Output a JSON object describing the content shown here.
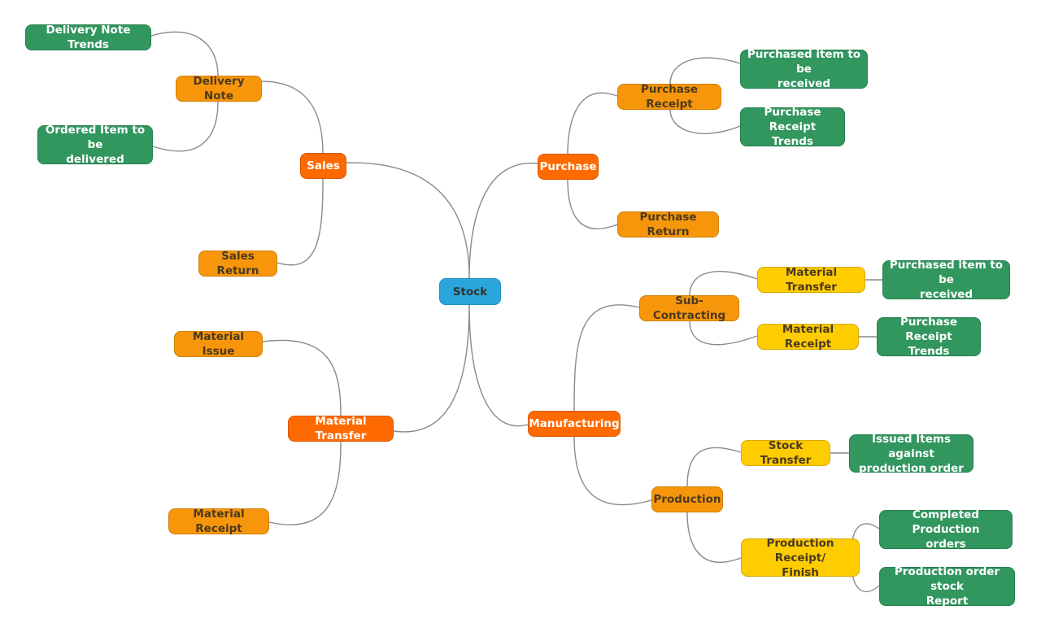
{
  "root": {
    "label": "Stock"
  },
  "sales": {
    "label": "Sales",
    "delivery_note": {
      "label": "Delivery Note",
      "trends": "Delivery Note Trends",
      "ordered": "Ordered Item to be\ndelivered"
    },
    "sales_return": "Sales Return"
  },
  "material_transfer": {
    "label": "Material Transfer",
    "issue": "Material Issue",
    "receipt": "Material Receipt"
  },
  "purchase": {
    "label": "Purchase",
    "purchase_receipt": {
      "label": "Purchase Receipt",
      "to_receive": "Purchased item to be\nreceived",
      "trends": "Purchase Receipt\nTrends"
    },
    "purchase_return": "Purchase Return"
  },
  "manufacturing": {
    "label": "Manufacturing",
    "sub_contracting": {
      "label": "Sub-Contracting",
      "material_transfer": {
        "label": "Material Transfer",
        "leaf": "Purchased item to be\nreceived"
      },
      "material_receipt": {
        "label": "Material Receipt",
        "leaf": "Purchase Receipt\nTrends"
      }
    },
    "production": {
      "label": "Production",
      "stock_transfer": {
        "label": "Stock Transfer",
        "leaf": "Issued Items against\nproduction order"
      },
      "receipt_finish": {
        "label": "Production Receipt/\nFinish",
        "completed": "Completed Production\norders",
        "report": "Production order stock\nReport"
      }
    }
  },
  "colors": {
    "root": "#2AA6DC",
    "main_branch": "#FF6A00",
    "sub_branch": "#F7960A",
    "third_level": "#FFCC00",
    "leaf": "#32965F",
    "connector": "#8a8a8a"
  }
}
